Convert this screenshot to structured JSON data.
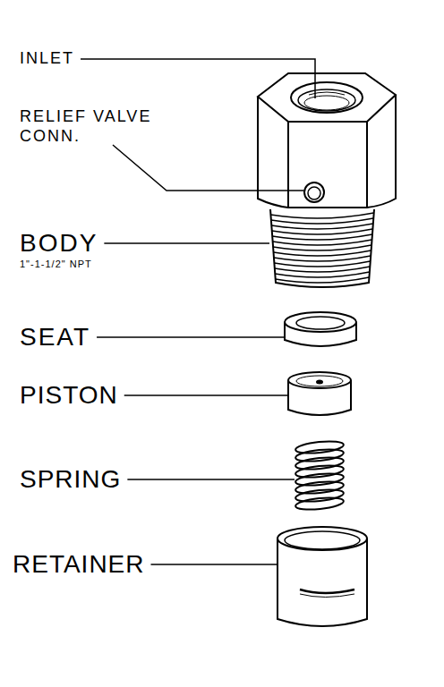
{
  "diagram": {
    "labels": [
      "INLET",
      "RELIEF VALVE CONN.",
      "BODY",
      "1\"-1-1/2\" NPT",
      "SEAT",
      "PISTON",
      "SPRING",
      "RETAINER"
    ]
  }
}
